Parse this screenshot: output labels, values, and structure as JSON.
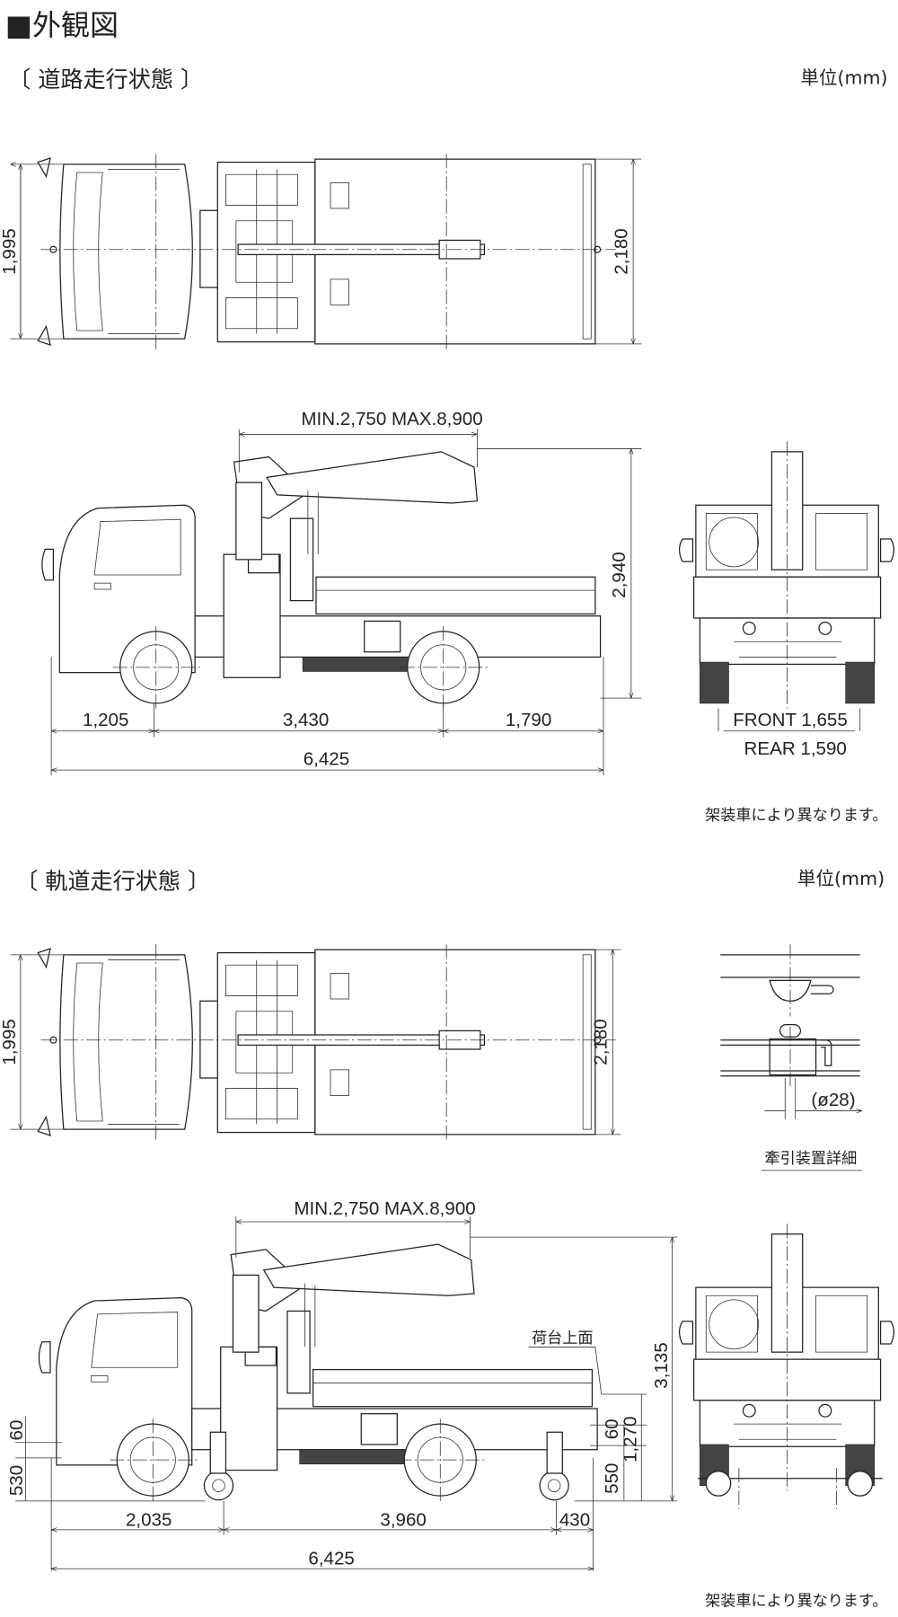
{
  "heading": "■外観図",
  "unit_label": "単位(mm)",
  "note": "架装車により異なります。",
  "road_mode": {
    "title": "〔 道路走行状態 〕",
    "top_view": {
      "width_cab": "1,995",
      "width_bed": "2,180"
    },
    "side_view": {
      "boom_reach": "MIN.2,750 MAX.8,900",
      "height": "2,940",
      "front_overhang": "1,205",
      "wheelbase": "3,430",
      "rear_overhang": "1,790",
      "overall_length": "6,425"
    },
    "rear_view": {
      "front_track": "FRONT 1,655",
      "rear_track": "REAR 1,590"
    }
  },
  "rail_mode": {
    "title": "〔 軌道走行状態 〕",
    "top_view": {
      "width_cab": "1,995",
      "width_bed": "2,180"
    },
    "detail": {
      "diameter": "(ø28)",
      "caption": "牽引装置詳細"
    },
    "side_view": {
      "boom_reach": "MIN.2,750 MAX.8,900",
      "height": "3,135",
      "bed_top_label": "荷台上面",
      "dim_60_right": "60",
      "bed_height": "1,270",
      "rear_guide_height": "550",
      "dim_60_left": "60",
      "front_guide_height": "530",
      "front_guide_to_axle": "2,035",
      "middle": "3,960",
      "rear_short": "430",
      "overall_length": "6,425"
    }
  }
}
